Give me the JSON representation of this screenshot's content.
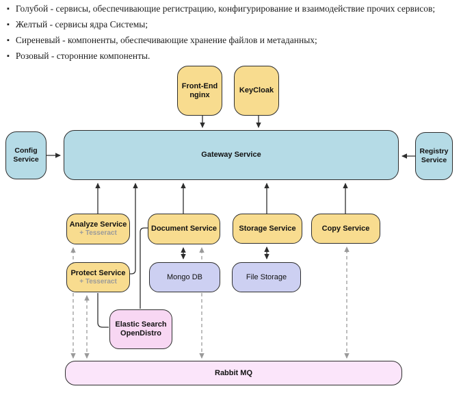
{
  "legend": {
    "items": [
      "Голубой - сервисы, обеспечивающие регистрацию, конфигурирование и взаимодействие прочих сервисов;",
      "Желтый - сервисы ядра Системы;",
      "Сиреневый - компоненты, обеспечивающие хранение файлов и метаданных;",
      "Розовый - сторонние компоненты."
    ]
  },
  "diagram": {
    "nodes": {
      "front_end": {
        "label": "Front-End nginx"
      },
      "keycloak": {
        "label": "KeyCloak"
      },
      "config": {
        "label": "Config Service"
      },
      "gateway": {
        "label": "Gateway Service"
      },
      "registry": {
        "label": "Registry Service"
      },
      "analyze": {
        "label": "Analyze Service",
        "subtitle": "+ Tesseract"
      },
      "document": {
        "label": "Document Service"
      },
      "storage": {
        "label": "Storage Service"
      },
      "copy": {
        "label": "Copy Service"
      },
      "protect": {
        "label": "Protect Service",
        "subtitle": "+ Tesseract"
      },
      "mongo": {
        "label": "Mongo DB"
      },
      "file_storage": {
        "label": "File Storage"
      },
      "elastic": {
        "label": "Elastic Search OpenDistro"
      },
      "rabbit": {
        "label": "Rabbit MQ"
      }
    },
    "edges": [
      {
        "from": "Front-End nginx",
        "to": "Gateway Service",
        "style": "solid-arrow"
      },
      {
        "from": "KeyCloak",
        "to": "Gateway Service",
        "style": "solid-arrow"
      },
      {
        "from": "Config Service",
        "to": "Gateway Service",
        "style": "solid-arrow"
      },
      {
        "from": "Registry Service",
        "to": "Gateway Service",
        "style": "solid-arrow"
      },
      {
        "from": "Analyze Service",
        "to": "Gateway Service",
        "style": "solid-arrow"
      },
      {
        "from": "Protect Service",
        "to": "Gateway Service",
        "style": "solid-arrow-elbow"
      },
      {
        "from": "Document Service",
        "to": "Gateway Service",
        "style": "solid-arrow"
      },
      {
        "from": "Storage Service",
        "to": "Gateway Service",
        "style": "solid-arrow"
      },
      {
        "from": "Copy Service",
        "to": "Gateway Service",
        "style": "solid-arrow"
      },
      {
        "from": "Document Service",
        "to": "Mongo DB",
        "style": "solid-double-arrow"
      },
      {
        "from": "Storage Service",
        "to": "File Storage",
        "style": "solid-double-arrow"
      },
      {
        "from": "Document Service",
        "to": "Elastic Search OpenDistro",
        "style": "solid-line-elbow"
      },
      {
        "from": "Protect Service",
        "to": "Elastic Search OpenDistro",
        "style": "solid-line-elbow"
      },
      {
        "from": "Rabbit MQ",
        "to": "Analyze Service",
        "style": "dashed-double-arrow"
      },
      {
        "from": "Rabbit MQ",
        "to": "Protect Service",
        "style": "dashed-double-arrow"
      },
      {
        "from": "Rabbit MQ",
        "to": "Document Service",
        "style": "dashed-double-arrow"
      },
      {
        "from": "Rabbit MQ",
        "to": "Copy Service",
        "style": "dashed-double-arrow"
      }
    ],
    "colors": {
      "blue": "#B5DBE6",
      "yellow": "#F8DC8F",
      "lilac": "#CDD0F2",
      "pink": "#F8D7F3",
      "pink_light": "#FBE5FA",
      "border": "#2d2d2d",
      "dashed_gray": "#9a9a9a"
    }
  }
}
